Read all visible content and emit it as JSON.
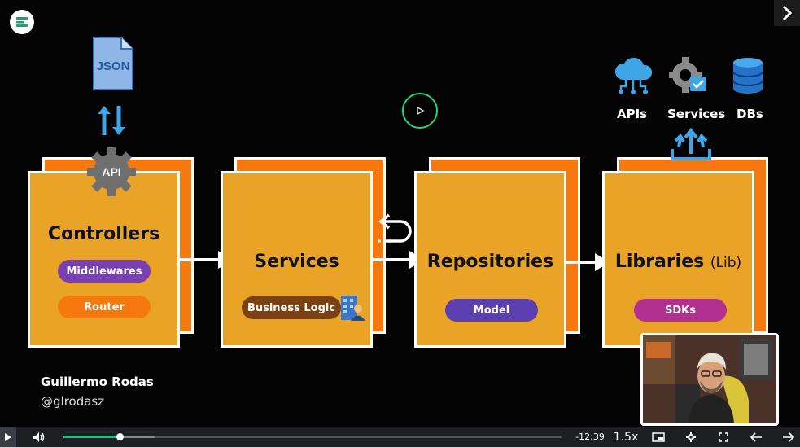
{
  "slide": {
    "json_label": "JSON",
    "api_label": "API",
    "cards": [
      {
        "title": "Controllers",
        "pills": [
          {
            "label": "Middlewares",
            "color": "#7a3fb2"
          },
          {
            "label": "Router",
            "color": "#f5790f"
          }
        ]
      },
      {
        "title": "Services",
        "pills": [
          {
            "label": "Business Logic",
            "color": "#7a4212"
          }
        ]
      },
      {
        "title": "Repositories",
        "pills": [
          {
            "label": "Model",
            "color": "#5b3eb0"
          }
        ]
      },
      {
        "title": "Libraries",
        "title_suffix": "(Lib)",
        "pills": [
          {
            "label": "SDKs",
            "color": "#b2308f"
          }
        ]
      }
    ],
    "external": [
      {
        "label": "APIs"
      },
      {
        "label": "Services"
      },
      {
        "label": "DBs"
      }
    ],
    "author": {
      "name": "Guillermo Rodas",
      "handle": "@glrodasz"
    }
  },
  "player": {
    "time_remaining": "-12:39",
    "speed": "1.5x",
    "progress_fraction": 0.115,
    "icons": {
      "play": "play-icon",
      "volume": "volume-icon",
      "pip": "picture-in-picture-icon",
      "settings": "gear-icon",
      "fullscreen": "fullscreen-icon",
      "prev": "arrow-left-icon",
      "next": "arrow-right-icon",
      "next_lesson": "chevron-right-icon"
    }
  },
  "colors": {
    "card": "#e9a428",
    "card_back": "#f5790f",
    "accent": "#19c37d"
  }
}
